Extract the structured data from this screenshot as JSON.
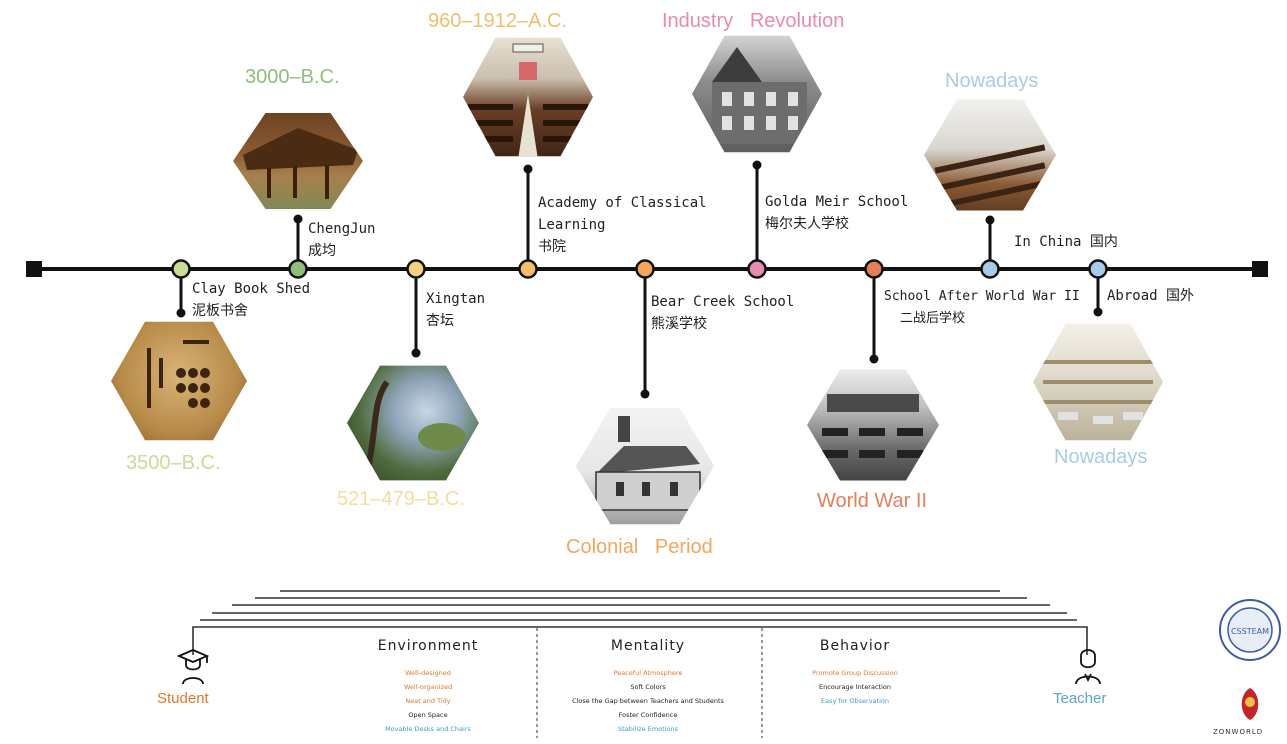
{
  "colors": {
    "line": "#111111",
    "green": "#8fc07a",
    "yellow": "#f2cf7c",
    "orange": "#f4a55e",
    "pink": "#e88bb0",
    "rust": "#e47e5c",
    "blue": "#a9cbea",
    "darkOrange": "#e0792f",
    "itemBlue": "#3f9ac9"
  },
  "timeline": {
    "eras": {
      "clay": "3500–B.C.",
      "chengjun": "3000–B.C.",
      "xingtan": "521–479–B.C.",
      "academy": "960–1912–A.C.",
      "bear": "Colonial   Period",
      "golda": "Industry   Revolution",
      "ww2": "World War II",
      "china": "Nowadays",
      "abroad": "Nowadays"
    },
    "labels": {
      "clay": [
        "Clay Book Shed",
        "泥板书舍"
      ],
      "chengjun": [
        "ChengJun",
        "成均"
      ],
      "xingtan": [
        "Xingtan",
        "杏坛"
      ],
      "academy": [
        "Academy of Classical",
        "Learning",
        "书院"
      ],
      "bear": [
        "Bear Creek School",
        "熊溪学校"
      ],
      "golda": [
        "Golda Meir School",
        "梅尔夫人学校"
      ],
      "ww2": [
        "School After World War II",
        "二战后学校"
      ],
      "china": [
        "In China 国内"
      ],
      "abroad": [
        "Abroad 国外"
      ]
    },
    "images": {
      "clay": "clay-tablet-image",
      "chengjun": "thatched-shed-image",
      "xingtan": "apricot-altar-painting-image",
      "academy": "classical-academy-hall-image",
      "bear": "bear-creek-schoolhouse-image",
      "golda": "golda-meir-school-image",
      "ww2": "postwar-classroom-image",
      "china": "chinese-lecture-hall-image",
      "abroad": "modern-library-image"
    }
  },
  "legend": {
    "student": "Student",
    "teacher": "Teacher",
    "categories": [
      {
        "title": "Environment",
        "items": [
          {
            "text": "Well-designed",
            "color": "#e0792f"
          },
          {
            "text": "Well-organized",
            "color": "#e0792f"
          },
          {
            "text": "Neat and Tidy",
            "color": "#e0792f"
          },
          {
            "text": "Open Space",
            "color": "#222222"
          },
          {
            "text": "Movable Desks and Chairs",
            "color": "#3f9ac9"
          }
        ]
      },
      {
        "title": "Mentality",
        "items": [
          {
            "text": "Peaceful Atmosphere",
            "color": "#e0792f"
          },
          {
            "text": "Soft Colors",
            "color": "#222222"
          },
          {
            "text": "Close the Gap between Teachers and Students",
            "color": "#222222"
          },
          {
            "text": "Foster Confidence",
            "color": "#222222"
          },
          {
            "text": "Stabilize Emotions",
            "color": "#3f9ac9"
          }
        ]
      },
      {
        "title": "Behavior",
        "items": [
          {
            "text": "Promote Group Discussion",
            "color": "#e0792f"
          },
          {
            "text": "Encourage Interaction",
            "color": "#222222"
          },
          {
            "text": "Easy for Observation",
            "color": "#3f9ac9"
          }
        ]
      }
    ]
  },
  "logos": {
    "seal": "CSSTEAM",
    "brand": "ZONWORLD"
  }
}
